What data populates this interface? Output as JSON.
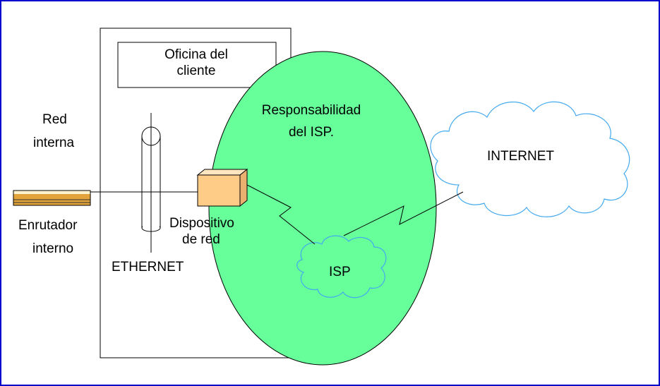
{
  "diagram": {
    "office_label": [
      "Oficina del",
      "cliente"
    ],
    "isp_responsibility_label": [
      "Responsabilidad",
      "del ISP."
    ],
    "internal_network_label": [
      "Red",
      "interna"
    ],
    "internal_router_label": [
      "Enrutador",
      "interno"
    ],
    "network_device_label": [
      "Dispositivo",
      "de red"
    ],
    "ethernet_label": "ETHERNET",
    "isp_cloud_label": "ISP",
    "internet_cloud_label": "INTERNET"
  },
  "colors": {
    "frame_border": "#0000cc",
    "isp_ellipse_fill": "#66ff99",
    "cloud_outline": "#44aaee",
    "device_fill": "#ffcc88",
    "router_fill": "#e2a33a",
    "line": "#000000"
  }
}
